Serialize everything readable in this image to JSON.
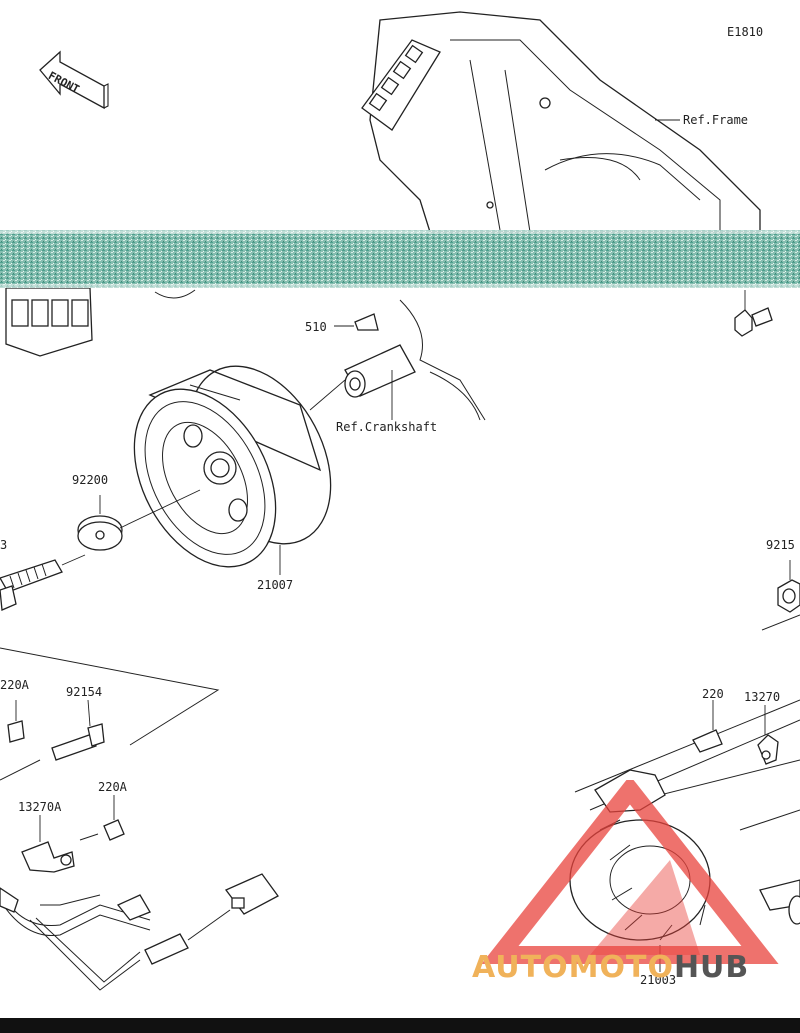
{
  "diagram": {
    "code": "E1810",
    "front_label": "FRONT",
    "ref_frame": "Ref.Frame",
    "ref_crankshaft": "Ref.Crankshaft",
    "parts": {
      "p510": "510",
      "p92200": "92200",
      "p21007": "21007",
      "p92153_partial": "3",
      "p9215_partial": "9215",
      "p220A_1": "220A",
      "p92154": "92154",
      "p13270A": "13270A",
      "p220A_2": "220A",
      "p220": "220",
      "p13270": "13270",
      "p21003": "21003"
    }
  },
  "watermark": {
    "brand_part1": "AUTO",
    "brand_part2": "MOTO",
    "brand_part3": "HUB",
    "colors": {
      "triangle": "#e8433c",
      "text_orange": "#f0b25a",
      "text_gray": "#555555"
    }
  },
  "colors": {
    "noise_band": "#2f8f7a",
    "line": "#222222"
  }
}
